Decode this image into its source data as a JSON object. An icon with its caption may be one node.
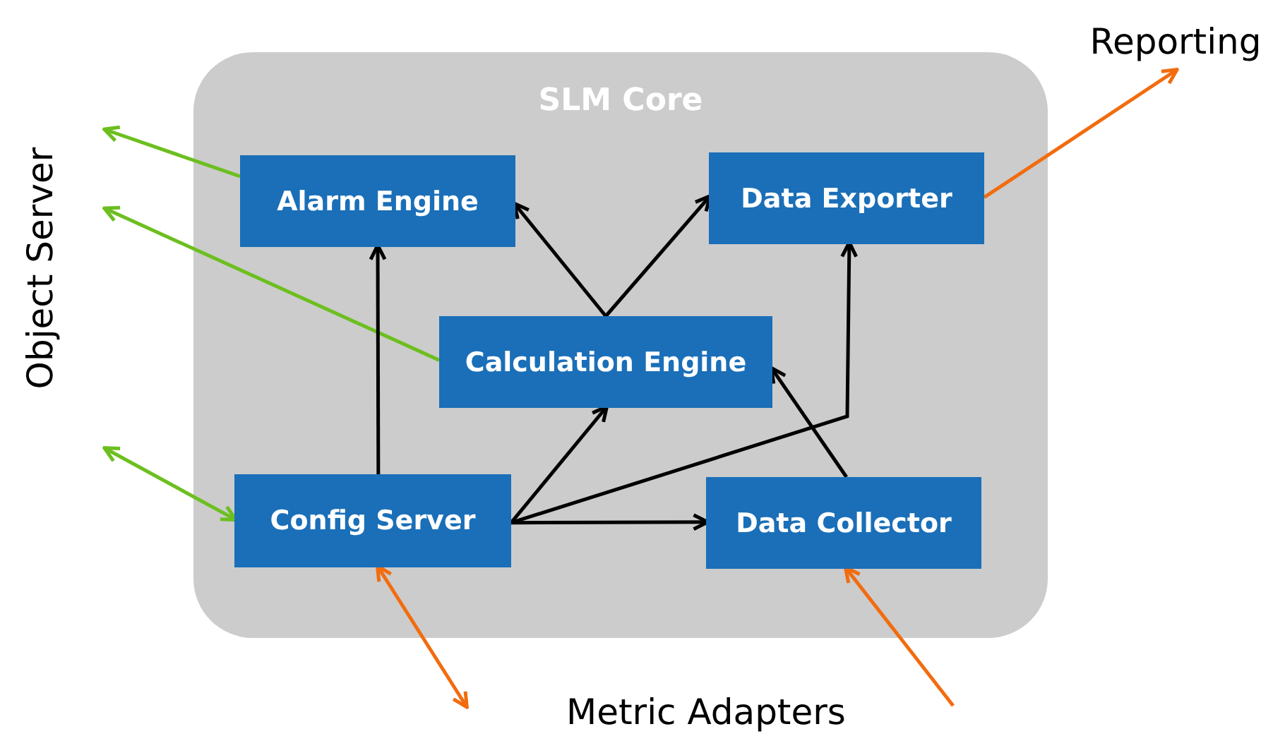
{
  "diagram": {
    "nodes": [
      {
        "text": [
          "SLM Core"
        ]
      },
      {
        "text": [
          "Alarm Engine"
        ],
        "in": 0
      },
      {
        "text": [
          "Data Exporter"
        ],
        "in": 0
      },
      {
        "text": [
          "Calculation Engine"
        ],
        "in": 0
      },
      {
        "text": [
          "Config Server"
        ],
        "in": 0
      },
      {
        "text": [
          "Data Collector"
        ],
        "in": 0
      },
      {
        "text": [
          "Reporting"
        ]
      }
    ],
    "edges": [
      {
        "from": 1,
        "to": null,
        "arrow": "to",
        "color": "#6cbf1f"
      },
      {
        "from": 3,
        "to": null,
        "arrow": "to",
        "color": "#6cbf1f"
      },
      {
        "from": 4,
        "to": null,
        "arrow": "both",
        "color": "#6cbf1f"
      },
      {
        "from": 2,
        "to": 6,
        "arrow": "to",
        "color": "#f26c0f"
      },
      {
        "from": 4,
        "to": null,
        "arrow": "both",
        "color": "#f26c0f"
      },
      {
        "from": null,
        "to": 5,
        "arrow": "to",
        "color": "#f26c0f"
      },
      {
        "from": 4,
        "to": 1,
        "arrow": "to"
      },
      {
        "from": 3,
        "to": 1,
        "arrow": "to"
      },
      {
        "from": 3,
        "to": 2,
        "arrow": "to"
      },
      {
        "from": 4,
        "to": 3,
        "arrow": "to"
      },
      {
        "from": 4,
        "to": 5,
        "arrow": "to"
      },
      {
        "from": 4,
        "to": 2,
        "arrow": "to"
      },
      {
        "from": 5,
        "to": 3,
        "arrow": "to"
      }
    ],
    "labels": [
      "Object Server",
      "Metric Adapters"
    ]
  }
}
